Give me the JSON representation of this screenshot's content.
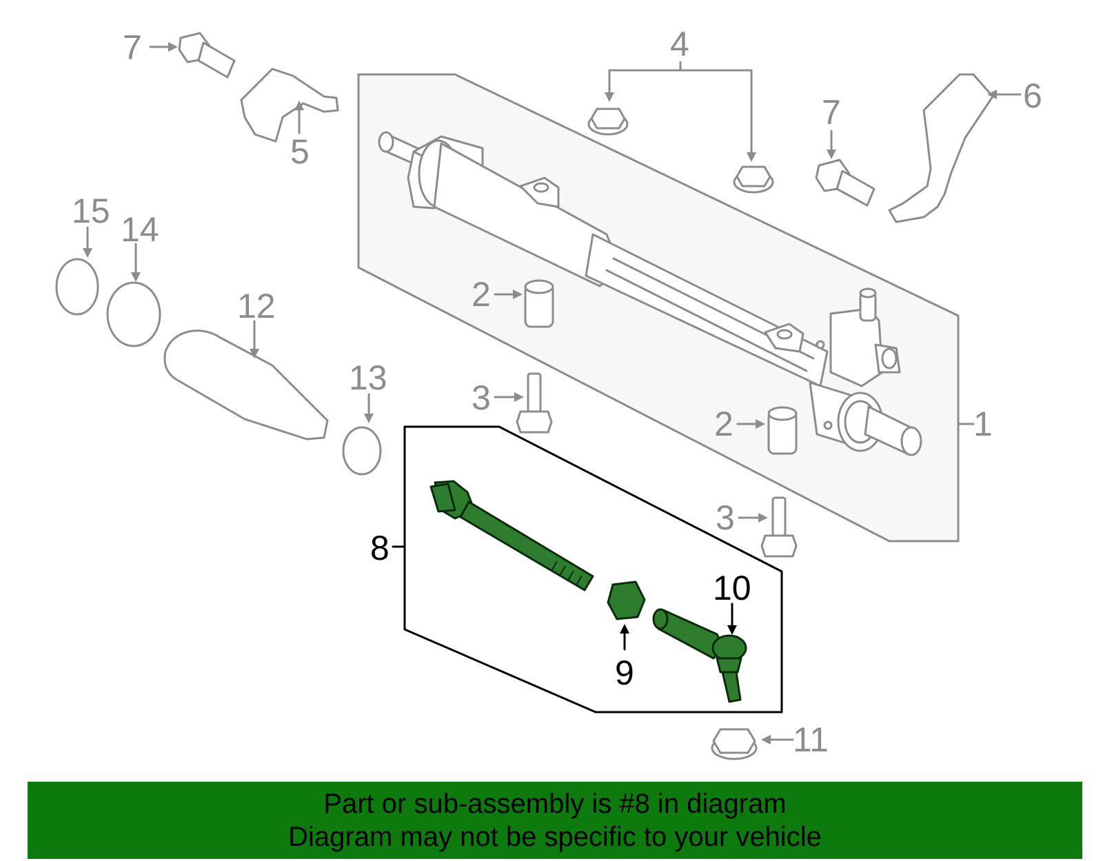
{
  "callouts": {
    "c1": "1",
    "c2a": "2",
    "c2b": "2",
    "c3a": "3",
    "c3b": "3",
    "c4": "4",
    "c5": "5",
    "c6": "6",
    "c7a": "7",
    "c7b": "7",
    "c8": "8",
    "c9": "9",
    "c10": "10",
    "c11": "11",
    "c12": "12",
    "c13": "13",
    "c14": "14",
    "c15": "15"
  },
  "highlight_part": "8",
  "colors": {
    "background": "#ffffff",
    "line_grey": "#8c8c8c",
    "panel_fill": "#f7f7f7",
    "part_green": "#2e7d2e",
    "banner_green": "#0c7a0c",
    "text_black": "#000000"
  },
  "banner": {
    "line1": "Part or sub-assembly is #8 in diagram",
    "line2": "Diagram may not be specific to your vehicle"
  }
}
